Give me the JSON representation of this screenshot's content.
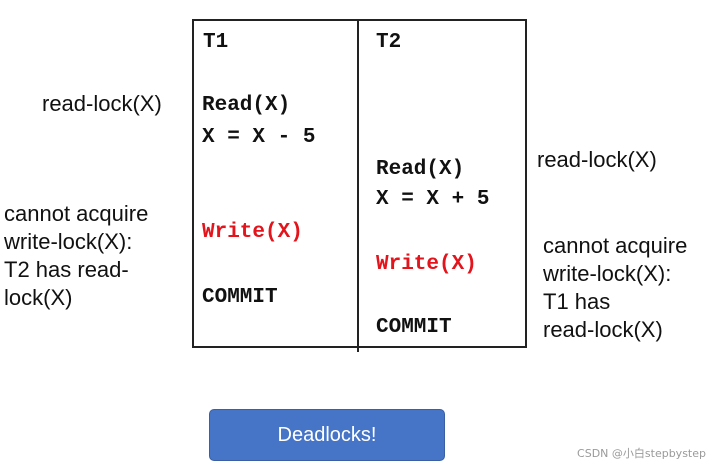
{
  "columns": {
    "t1_header": "T1",
    "t2_header": "T2"
  },
  "t1_ops": {
    "read": "Read(X)",
    "assign": "X = X - 5",
    "write": "Write(X)",
    "commit": "COMMIT"
  },
  "t2_ops": {
    "read": "Read(X)",
    "assign": "X = X + 5",
    "write": "Write(X)",
    "commit": "COMMIT"
  },
  "left_notes": {
    "lock": "read-lock(X)",
    "blocked": "cannot  acquire\nwrite-lock(X):\nT2 has read-\nlock(X)"
  },
  "right_notes": {
    "lock": "read-lock(X)",
    "blocked": "cannot acquire\nwrite-lock(X):\nT1 has\nread-lock(X)"
  },
  "button": {
    "label": "Deadlocks!"
  },
  "watermark": "CSDN @小白stepbystep",
  "colors": {
    "write_highlight": "#e3141c",
    "button_fill": "#4674c6"
  }
}
